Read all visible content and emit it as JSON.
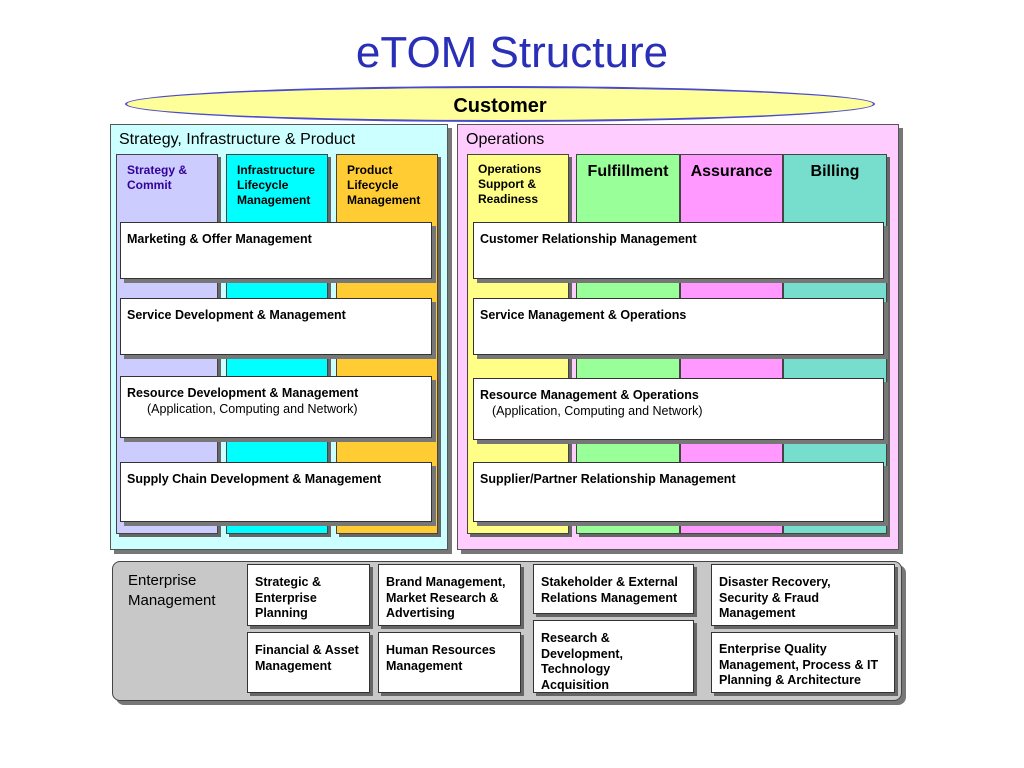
{
  "title": "eTOM Structure",
  "customer": "Customer",
  "sip": {
    "title": "Strategy, Infrastructure & Product",
    "columns": [
      {
        "label": "Strategy &\nCommit",
        "color": "#ccccff",
        "text_color": "#330099"
      },
      {
        "label": "Infrastructure\nLifecycle\nManagement",
        "color": "#00ffff",
        "text_color": "#000000"
      },
      {
        "label": "Product\nLifecycle\nManagement",
        "color": "#ffcc33",
        "text_color": "#000000"
      }
    ],
    "rows": [
      {
        "label": "Marketing & Offer Management",
        "sub": ""
      },
      {
        "label": "Service Development & Management",
        "sub": ""
      },
      {
        "label": "Resource Development & Management",
        "sub": "(Application, Computing and Network)"
      },
      {
        "label": "Supply Chain Development & Management",
        "sub": ""
      }
    ]
  },
  "ops": {
    "title": "Operations",
    "columns": [
      {
        "label": "Operations\nSupport &\nReadiness",
        "color": "#ffff88"
      },
      {
        "label": "Fulfillment",
        "color": "#99ff99"
      },
      {
        "label": "Assurance",
        "color": "#ff99ff"
      },
      {
        "label": "Billing",
        "color": "#77ddcc"
      }
    ],
    "rows": [
      {
        "label": "Customer Relationship Management",
        "sub": ""
      },
      {
        "label": "Service Management & Operations",
        "sub": ""
      },
      {
        "label": "Resource Management & Operations",
        "sub": "(Application, Computing and Network)"
      },
      {
        "label": "Supplier/Partner Relationship Management",
        "sub": ""
      }
    ]
  },
  "enterprise": {
    "title": "Enterprise\nManagement",
    "boxes": [
      "Strategic &\nEnterprise\nPlanning",
      "Brand Management,\nMarket Research &\nAdvertising",
      "Stakeholder & External\nRelations Management",
      "Disaster Recovery,\nSecurity & Fraud\nManagement",
      "Financial & Asset\nManagement",
      "Human Resources\nManagement",
      "Research &\nDevelopment,\nTechnology\nAcquisition",
      "Enterprise Quality\nManagement, Process &  IT\nPlanning & Architecture"
    ]
  },
  "colors": {
    "sip_panel": "#ccffff",
    "ops_panel": "#ffccff",
    "ellipse": "#ffff99",
    "title": "#2a2fb8"
  }
}
